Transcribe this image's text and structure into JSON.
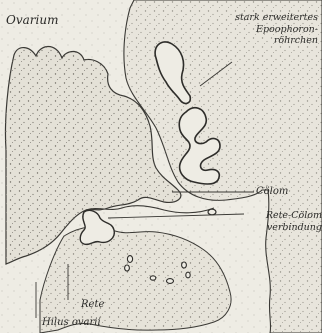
{
  "labels": {
    "ovarium": "Ovarium",
    "epoophoron_line1": "stark erweitertes",
    "epoophoron_line2": "Epoophoron-",
    "epoophoron_line3": "röhrchen",
    "colom": "Cölom",
    "rete_colom_line1": "Rete-Cölom",
    "rete_colom_line2": "verbindung",
    "rete": "Rete",
    "hilus": "Hilus ovarii"
  }
}
